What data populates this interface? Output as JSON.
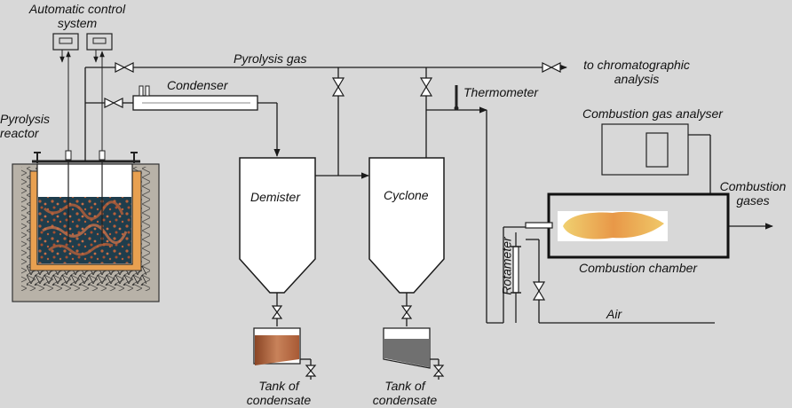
{
  "labels": {
    "control_system": "Automatic control system",
    "pyrolysis_gas": "Pyrolysis gas",
    "chromatographic": "to chromatographic analysis",
    "pyrolysis_reactor": "Pyrolysis reactor",
    "condenser": "Condenser",
    "thermometer": "Thermometer",
    "combustion_gas_analyser": "Combustion gas analyser",
    "demister": "Demister",
    "cyclone": "Cyclone",
    "combustion_gases": "Combustion gases",
    "combustion_chamber": "Combustion chamber",
    "rotameter": "Rotameter",
    "air": "Air",
    "tank_1": "Tank of condensate",
    "tank_2": "Tank of condensate"
  },
  "colors": {
    "background": "#d8d8d8",
    "line": "#1a1a1a",
    "reactor_bed": "#1f3d4c",
    "bed_particles": "#b8603a",
    "heater": "#e8a050",
    "condensate_1": "#a85a35",
    "condensate_2": "#707070",
    "flame": "#e8b050"
  }
}
